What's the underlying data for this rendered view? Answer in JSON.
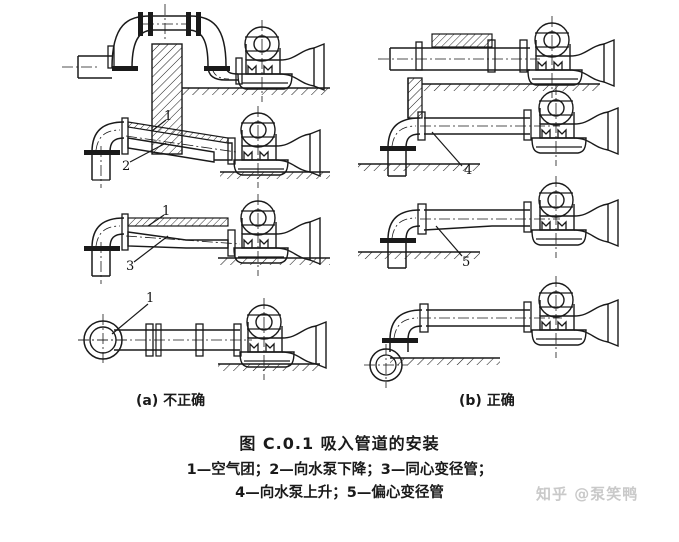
{
  "figure": {
    "title": "图 C.0.1  吸入管道的安装",
    "sub_labels": {
      "left": "(a) 不正确",
      "right": "(b) 正确"
    },
    "legend_line_1": "1—空气团；2—向水泵下降；3—同心变径管；",
    "legend_line_2": "4—向水泵上升；5—偏心变径管",
    "callouts": {
      "c1": "1",
      "c2": "2",
      "c3": "3",
      "c1b": "1",
      "c1c": "1",
      "c4": "4",
      "c5": "5"
    },
    "items": [
      {
        "id": "1",
        "label": "空气团"
      },
      {
        "id": "2",
        "label": "向水泵下降"
      },
      {
        "id": "3",
        "label": "同心变径管"
      },
      {
        "id": "4",
        "label": "向水泵上升"
      },
      {
        "id": "5",
        "label": "偏心变径管"
      }
    ],
    "colors": {
      "line": "#1a1a1a",
      "background": "#ffffff",
      "watermark": "#c9c9c9"
    }
  },
  "watermark": {
    "text": "知乎 @泵笑鸭"
  }
}
